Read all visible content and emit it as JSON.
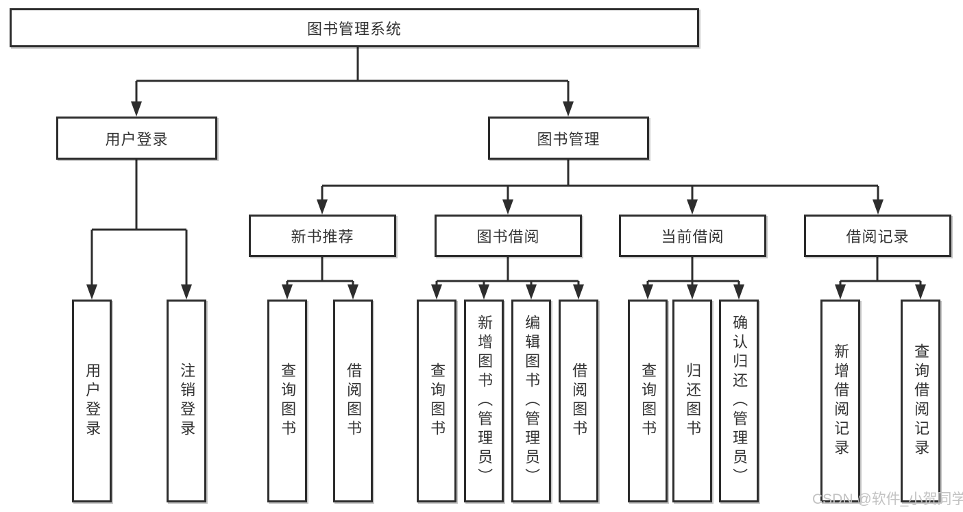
{
  "diagram": {
    "type": "hierarchy-tree",
    "nodes": {
      "root": "图书管理系统",
      "login": {
        "label": "用户登录",
        "children": [
          "用户登录",
          "注销登录"
        ]
      },
      "mgmt": {
        "label": "图书管理",
        "sections": {
          "newbook": {
            "label": "新书推荐",
            "children": [
              "查询图书",
              "借阅图书"
            ]
          },
          "borrow": {
            "label": "图书借阅",
            "children": [
              "查询图书",
              "新增图书（管理员）",
              "编辑图书（管理员）",
              "借阅图书"
            ]
          },
          "current": {
            "label": "当前借阅",
            "children": [
              "查询图书",
              "归还图书",
              "确认归还（管理员）"
            ]
          },
          "records": {
            "label": "借阅记录",
            "children": [
              "新增借阅记录",
              "查询借阅记录"
            ]
          }
        }
      }
    },
    "colors": {
      "line": "#2d2d2d",
      "text": "#333333",
      "box_background": "#ffffff",
      "watermark": "#c3c3c3"
    }
  },
  "watermark": "CSDN @软件_小贺同学"
}
